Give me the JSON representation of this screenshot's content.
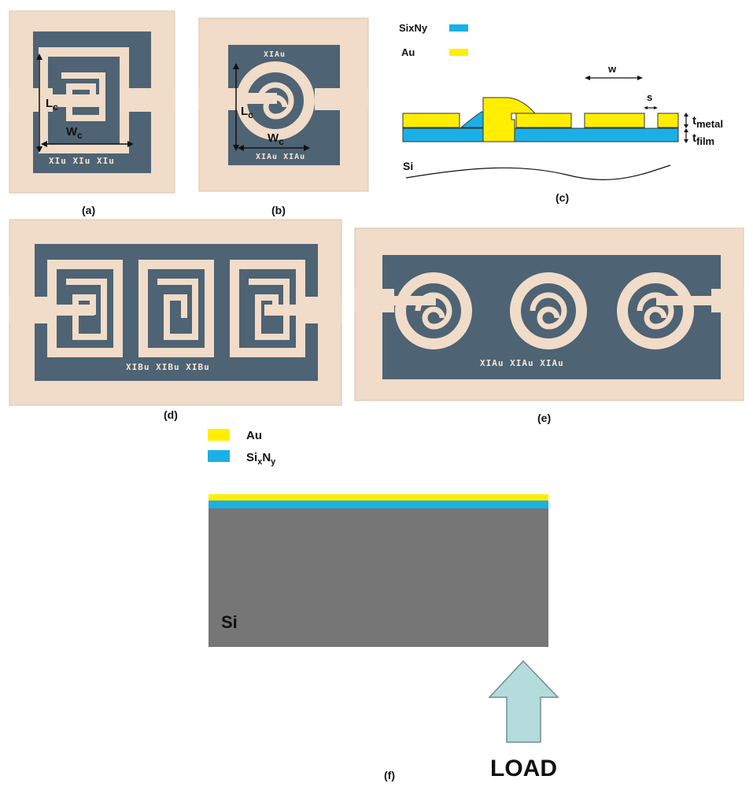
{
  "panels": {
    "a": {
      "caption": "(a)",
      "dim_l": "L",
      "dim_l_sub": "c",
      "dim_w": "W",
      "dim_w_sub": "c",
      "chip_text": "XIu XIu XIu"
    },
    "b": {
      "caption": "(b)",
      "dim_l": "L",
      "dim_l_sub": "c",
      "dim_w": "W",
      "dim_w_sub": "c",
      "chip_text_top": "XIAu",
      "chip_text_bottom": "XIAu XIAu"
    },
    "c": {
      "caption": "(c)",
      "legend": [
        {
          "label": "SixNy",
          "color": "#1ab0e6"
        },
        {
          "label": "Au",
          "color": "#ffee00"
        }
      ],
      "w_label": "w",
      "s_label": "s",
      "t_metal": "t",
      "t_metal_sub": "metal",
      "t_film": "t",
      "t_film_sub": "film",
      "substrate_label": "Si"
    },
    "d": {
      "caption": "(d)",
      "chip_text": "XIBu XIBu XIBu"
    },
    "e": {
      "caption": "(e)",
      "chip_text": "XIAu XIAu XIAu"
    },
    "f": {
      "caption": "(f)",
      "legend": [
        {
          "label": "Au",
          "color": "#ffee00"
        },
        {
          "label": "Si",
          "sub1": "x",
          "mid": "N",
          "sub2": "y",
          "color": "#1ab0e6"
        }
      ],
      "substrate_label": "Si",
      "load_label": "LOAD"
    }
  },
  "colors": {
    "chip_bg": "#f0dcc8",
    "chip_dark": "#4e6374",
    "au": "#ffee00",
    "nitride": "#1ab0e6",
    "si_gray": "#767676",
    "arrow": "#b5dcdc"
  }
}
